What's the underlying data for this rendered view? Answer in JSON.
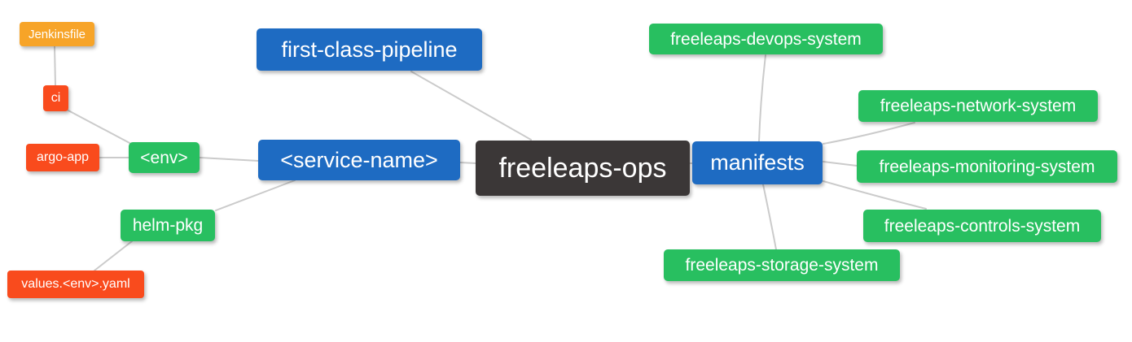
{
  "palette": {
    "blue": "#1E6BC2",
    "green": "#28BF60",
    "red": "#F94B1D",
    "orange": "#F7A428",
    "dark": "#3B3737",
    "edge": "#CBCBCB",
    "text": "#FFFFFF"
  },
  "mindmap": {
    "root": "freeleaps-ops",
    "nodes": {
      "freeleaps_ops": {
        "label": "freeleaps-ops",
        "color": "dark"
      },
      "first_class_pipeline": {
        "label": "first-class-pipeline",
        "color": "blue"
      },
      "service_name": {
        "label": "<service-name>",
        "color": "blue"
      },
      "manifests": {
        "label": "manifests",
        "color": "blue"
      },
      "env": {
        "label": "<env>",
        "color": "green"
      },
      "helm_pkg": {
        "label": "helm-pkg",
        "color": "green"
      },
      "ci": {
        "label": "ci",
        "color": "red"
      },
      "argo_app": {
        "label": "argo-app",
        "color": "red"
      },
      "jenkinsfile": {
        "label": "Jenkinsfile",
        "color": "orange"
      },
      "values_env_yaml": {
        "label": "values.<env>.yaml",
        "color": "red"
      },
      "devops_system": {
        "label": "freeleaps-devops-system",
        "color": "green"
      },
      "network_system": {
        "label": "freeleaps-network-system",
        "color": "green"
      },
      "monitoring_system": {
        "label": "freeleaps-monitoring-system",
        "color": "green"
      },
      "controls_system": {
        "label": "freeleaps-controls-system",
        "color": "green"
      },
      "storage_system": {
        "label": "freeleaps-storage-system",
        "color": "green"
      }
    },
    "edges": [
      {
        "from": "jenkinsfile",
        "to": "ci"
      },
      {
        "from": "ci",
        "to": "env"
      },
      {
        "from": "argo_app",
        "to": "env"
      },
      {
        "from": "env",
        "to": "service_name"
      },
      {
        "from": "service_name",
        "to": "helm_pkg"
      },
      {
        "from": "helm_pkg",
        "to": "values_env_yaml"
      },
      {
        "from": "first_class_pipeline",
        "to": "freeleaps_ops"
      },
      {
        "from": "service_name",
        "to": "freeleaps_ops"
      },
      {
        "from": "freeleaps_ops",
        "to": "manifests"
      },
      {
        "from": "manifests",
        "to": "devops_system"
      },
      {
        "from": "manifests",
        "to": "network_system"
      },
      {
        "from": "manifests",
        "to": "monitoring_system"
      },
      {
        "from": "manifests",
        "to": "controls_system"
      },
      {
        "from": "manifests",
        "to": "storage_system"
      }
    ]
  }
}
